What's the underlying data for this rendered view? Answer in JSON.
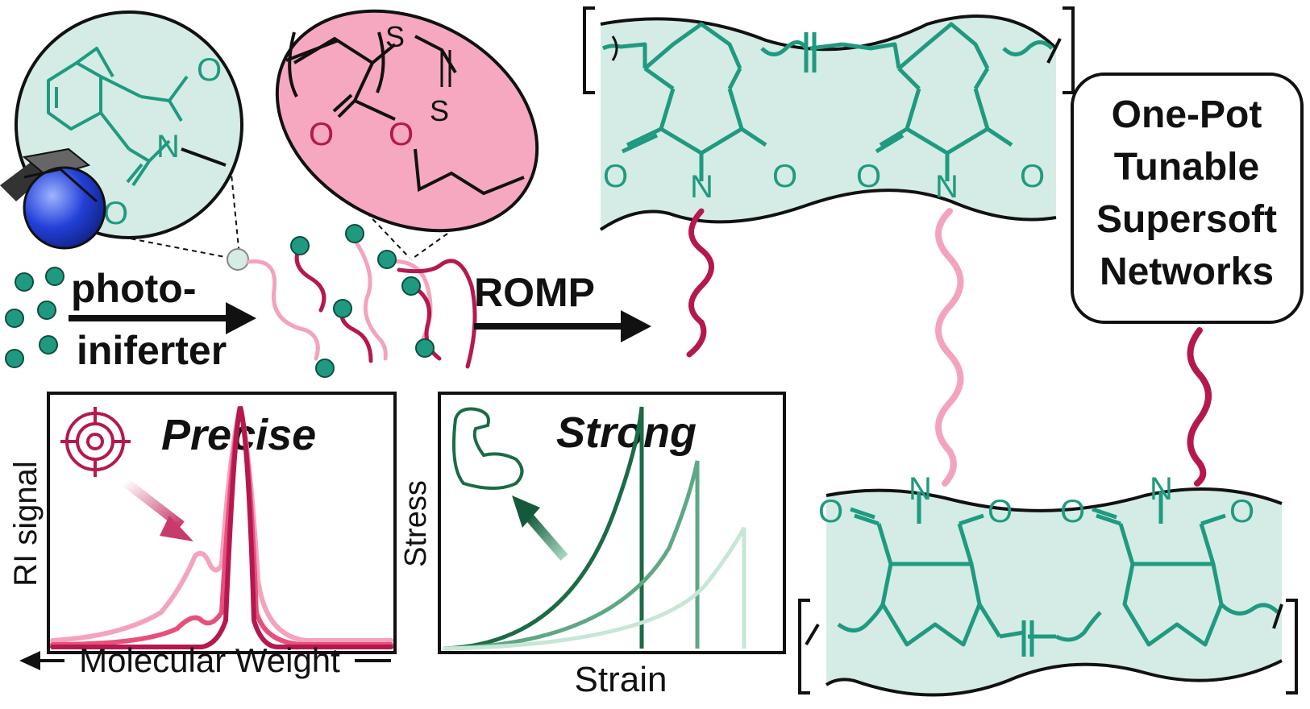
{
  "monomer_labels": {
    "oxygen_1": "O",
    "oxygen_2": "O",
    "nitrogen": "N"
  },
  "cta_labels": {
    "sulfur_1": "S",
    "sulfur_2": "S",
    "oxygen_1": "O",
    "oxygen_2": "O"
  },
  "steps": {
    "photo_line1": "photo-",
    "photo_line2": "iniferter",
    "romp": "ROMP"
  },
  "network_labels": {
    "top_o1": "O",
    "top_n1": "N",
    "top_o2": "O",
    "top_o3": "O",
    "top_n2": "N",
    "top_o4": "O",
    "bot_o1": "O",
    "bot_n1": "N",
    "bot_o2": "O",
    "bot_o3": "O",
    "bot_n2": "N",
    "bot_o4": "O"
  },
  "callout": {
    "line1": "One-Pot",
    "line2": "Tunable",
    "line3": "Supersoft",
    "line4": "Networks"
  },
  "gpc_panel": {
    "title": "Precise",
    "ylabel": "RI signal",
    "xlabel": "Molecular Weight"
  },
  "tensile_panel": {
    "title": "Strong",
    "ylabel": "Stress",
    "xlabel": "Strain"
  },
  "colors": {
    "teal": "#1f9a80",
    "teal_fill": "#d4ece5",
    "pink_fill": "#f6a8c0",
    "magenta": "#b5184f",
    "light_pink": "#f4a3bc",
    "dark_green": "#1b6b45",
    "black": "#111111"
  }
}
